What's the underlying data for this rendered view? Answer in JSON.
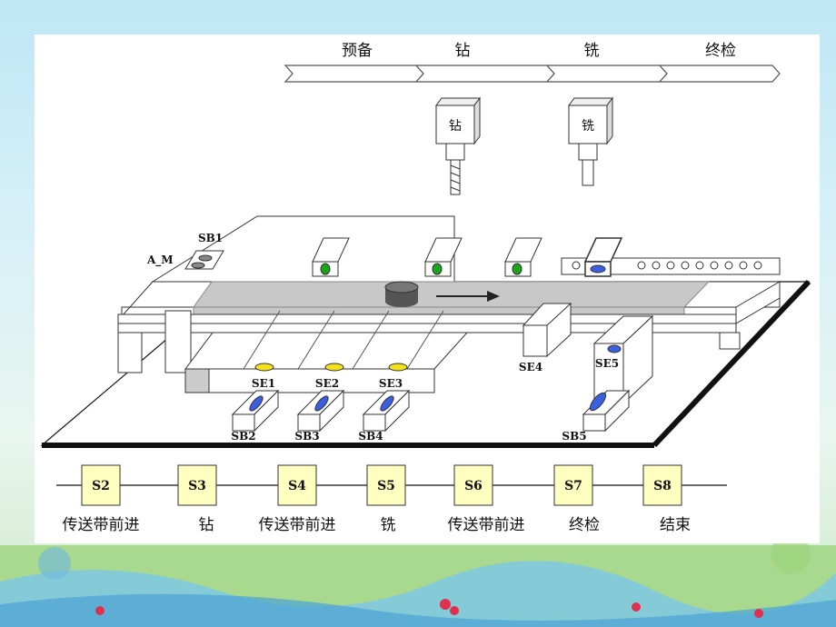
{
  "process_bar": {
    "stages": [
      "预备",
      "钻",
      "铣",
      "终检"
    ]
  },
  "tools": {
    "drill": "钻",
    "mill": "铣"
  },
  "labels": {
    "sb1": "SB1",
    "a_m": "A_M",
    "se1": "SE1",
    "se2": "SE2",
    "se3": "SE3",
    "se4": "SE4",
    "se5": "SE5",
    "sb2": "SB2",
    "sb3": "SB3",
    "sb4": "SB4",
    "sb5": "SB5"
  },
  "steps": [
    {
      "id": "S2",
      "desc": "传送带前进"
    },
    {
      "id": "S3",
      "desc": "钻"
    },
    {
      "id": "S4",
      "desc": "传送带前进"
    },
    {
      "id": "S5",
      "desc": "铣"
    },
    {
      "id": "S6",
      "desc": "传送带前进"
    },
    {
      "id": "S7",
      "desc": "终检"
    },
    {
      "id": "S8",
      "desc": "结束"
    }
  ],
  "colors": {
    "belt": "#c8c8c8",
    "indicator_green": "#1aa51a",
    "indicator_yellow": "#f2e21a",
    "button_blue": "#3a5fe0",
    "step_box": "#ffffc0"
  }
}
